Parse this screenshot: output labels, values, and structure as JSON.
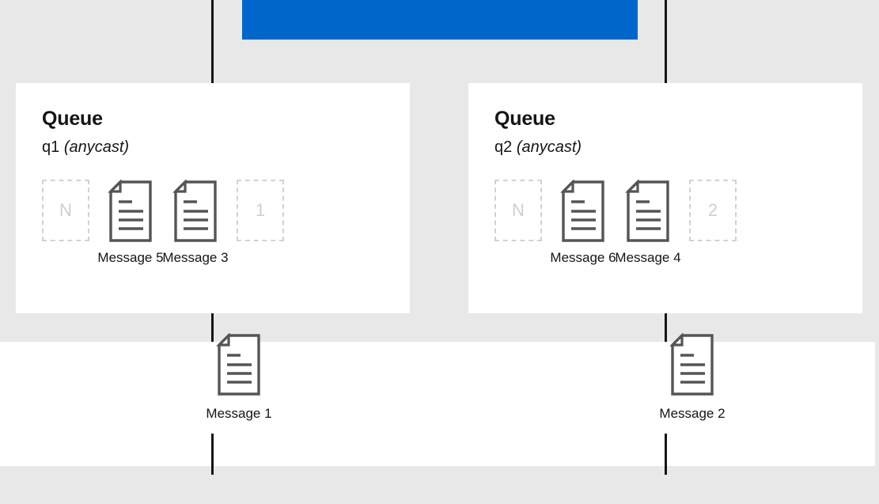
{
  "colors": {
    "broker_blue": "#0066cc",
    "panel_white": "#ffffff",
    "canvas_gray": "#e8e8e8",
    "doc_outline": "#555555",
    "placeholder_gray": "#d2d2d2",
    "text_dark": "#151515"
  },
  "broker": {
    "label": ""
  },
  "queues": [
    {
      "title": "Queue",
      "name": "q1",
      "routing_type": "(anycast)",
      "slots": [
        {
          "kind": "placeholder",
          "label": "N"
        },
        {
          "kind": "message",
          "caption": "Message 5"
        },
        {
          "kind": "message",
          "caption": "Message 3"
        },
        {
          "kind": "placeholder",
          "label": "1"
        }
      ]
    },
    {
      "title": "Queue",
      "name": "q2",
      "routing_type": "(anycast)",
      "slots": [
        {
          "kind": "placeholder",
          "label": "N"
        },
        {
          "kind": "message",
          "caption": "Message 6"
        },
        {
          "kind": "message",
          "caption": "Message 4"
        },
        {
          "kind": "placeholder",
          "label": "2"
        }
      ]
    }
  ],
  "in_flight": [
    {
      "caption": "Message 1"
    },
    {
      "caption": "Message 2"
    }
  ],
  "icons": {
    "document": "document-icon"
  }
}
